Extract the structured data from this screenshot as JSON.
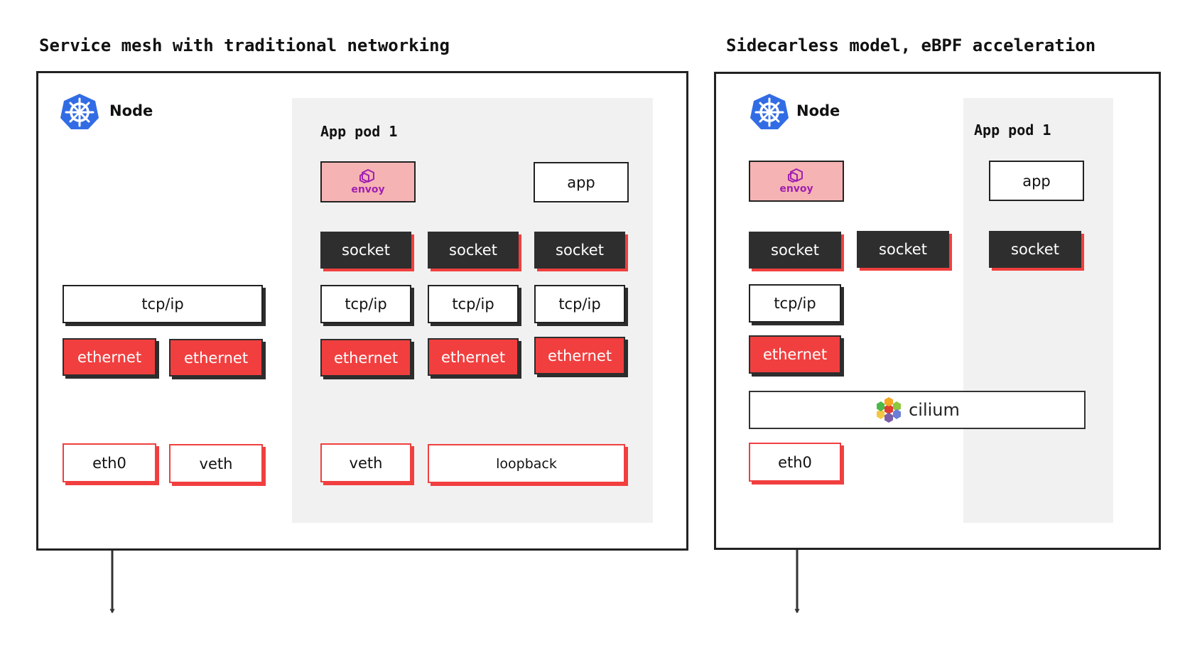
{
  "left": {
    "heading": "Service mesh with traditional networking",
    "node_label": "Node",
    "pod_label": "App pod 1",
    "envoy": "envoy",
    "app": "app",
    "sockets": [
      "socket",
      "socket",
      "socket"
    ],
    "tcpips": [
      "tcp/ip",
      "tcp/ip",
      "tcp/ip"
    ],
    "ethernets": [
      "ethernet",
      "ethernet",
      "ethernet"
    ],
    "host_tcpip": "tcp/ip",
    "host_ethernets": [
      "ethernet",
      "ethernet"
    ],
    "eth0": "eth0",
    "host_veth": "veth",
    "pod_veth": "veth",
    "loopback": "loopback"
  },
  "right": {
    "heading": "Sidecarless model, eBPF acceleration",
    "node_label": "Node",
    "pod_label": "App pod 1",
    "envoy": "envoy",
    "app": "app",
    "sockets": [
      "socket",
      "socket",
      "socket"
    ],
    "tcpip": "tcp/ip",
    "ethernet": "ethernet",
    "cilium": "cilium",
    "eth0": "eth0"
  },
  "icons": {
    "kubernetes": "kubernetes-icon",
    "envoy": "envoy-logo-icon",
    "cilium": "cilium-logo-icon"
  },
  "colors": {
    "red": "#f13f3f",
    "dark": "#2e2e2e",
    "envoy_bg": "#f6b3b3",
    "pod_bg": "#f1f1f1",
    "kubernetes_blue": "#326ce5"
  }
}
